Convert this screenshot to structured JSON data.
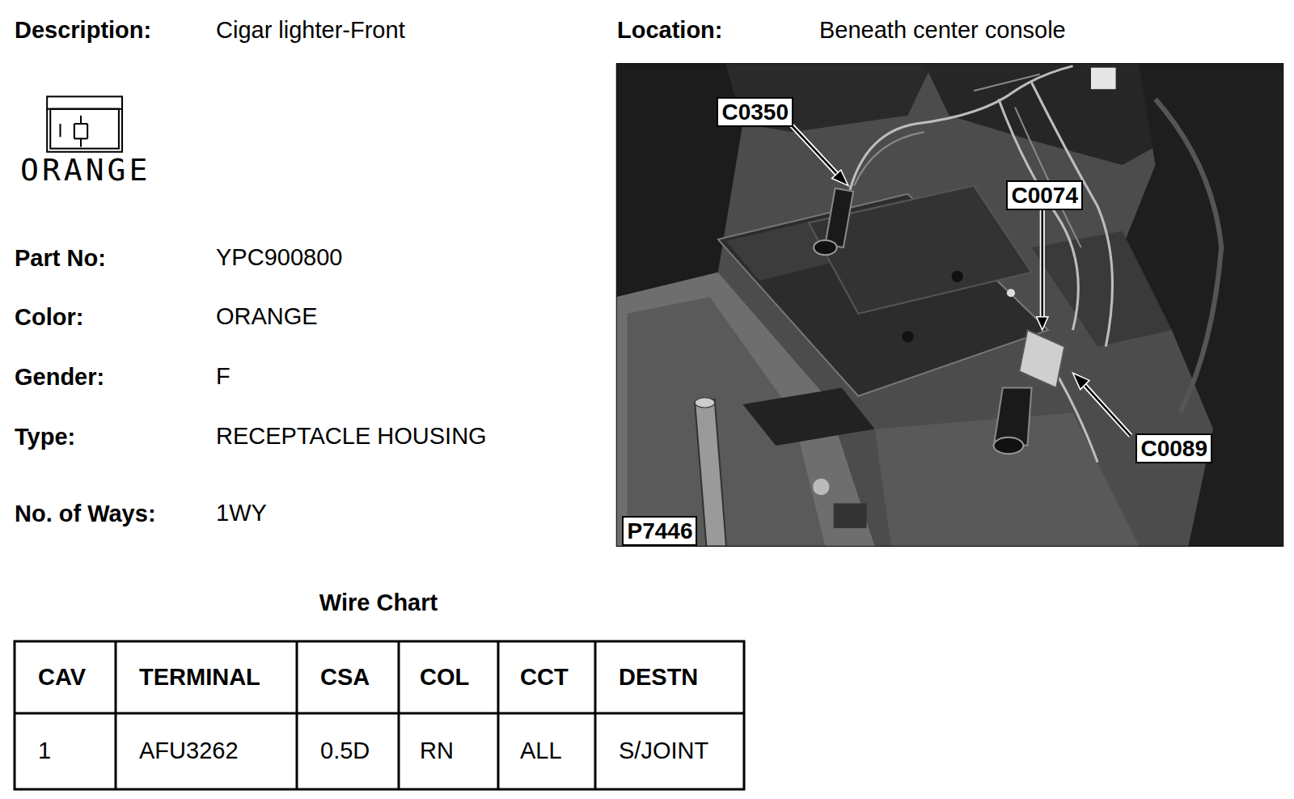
{
  "diagram": {
    "nodes": [
      {
        "text": [
          "C0350"
        ]
      },
      {
        "text": [
          "C0074"
        ]
      },
      {
        "text": [
          "C0089"
        ]
      },
      {
        "text": [
          "P7446"
        ]
      }
    ],
    "labels": [
      "Description:",
      "Cigar lighter-Front",
      "Location:",
      "Beneath center console",
      "ORANGE",
      "Part No:",
      "YPC900800",
      "Color:",
      "ORANGE",
      "Gender:",
      "F",
      "Type:",
      "RECEPTACLE HOUSING",
      "No. of Ways:",
      "1WY",
      "Wire Chart",
      "CAV",
      "TERMINAL",
      "CSA",
      "COL",
      "CCT",
      "DESTN",
      "1",
      "AFU3262",
      "0.5D",
      "RN",
      "ALL",
      "S/JOINT"
    ]
  }
}
